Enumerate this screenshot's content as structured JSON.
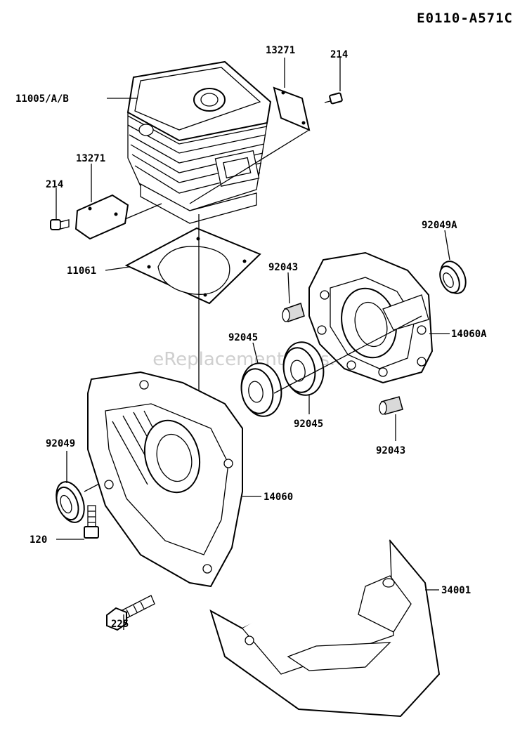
{
  "diagram_code": "E0110-A571C",
  "watermark": "eReplacementParts.com",
  "parts": [
    {
      "id": "cylinder",
      "label": "11005/A/B"
    },
    {
      "id": "plate-top",
      "label": "13271"
    },
    {
      "id": "bolt-top",
      "label": "214"
    },
    {
      "id": "plate-left",
      "label": "13271"
    },
    {
      "id": "bolt-left",
      "label": "214"
    },
    {
      "id": "gasket",
      "label": "11061"
    },
    {
      "id": "oil-seal-right",
      "label": "92049A"
    },
    {
      "id": "pin-upper",
      "label": "92043"
    },
    {
      "id": "crankcase-right",
      "label": "14060A"
    },
    {
      "id": "bearing-left",
      "label": "92045"
    },
    {
      "id": "bearing-right",
      "label": "92045"
    },
    {
      "id": "pin-lower",
      "label": "92043"
    },
    {
      "id": "oil-seal-left",
      "label": "92049"
    },
    {
      "id": "crankcase-left",
      "label": "14060"
    },
    {
      "id": "bolt-120",
      "label": "120"
    },
    {
      "id": "bolt-225",
      "label": "225"
    },
    {
      "id": "cover",
      "label": "34001"
    }
  ]
}
